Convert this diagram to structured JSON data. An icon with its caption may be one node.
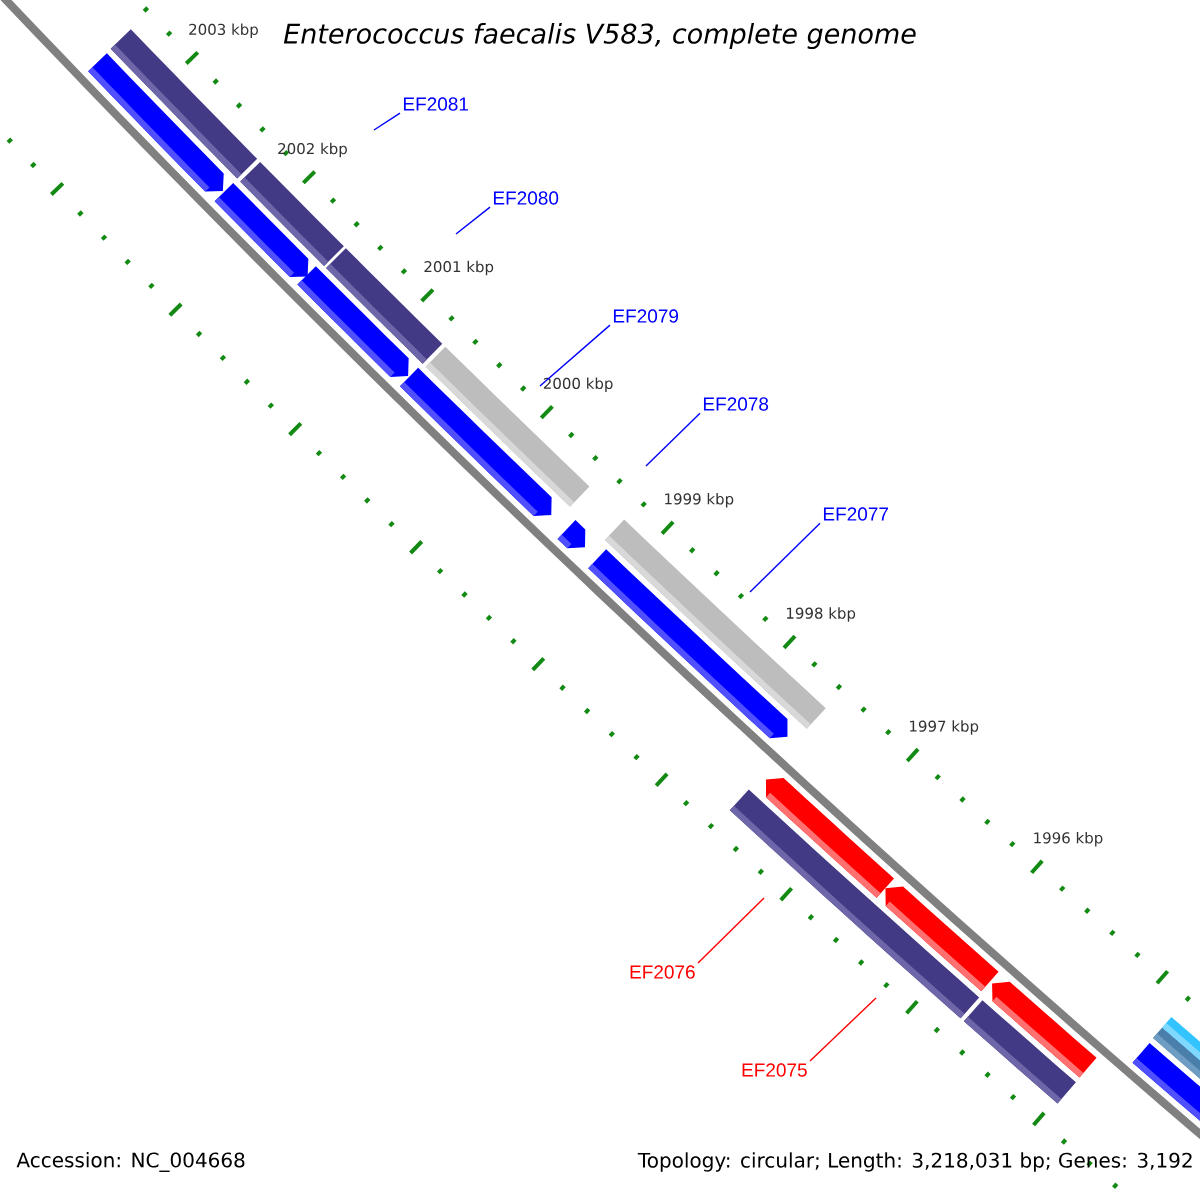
{
  "diagram": {
    "title": "Enterococcus faecalis V583, complete genome",
    "nodes": [
      {
        "text": [
          "EF2081"
        ]
      },
      {
        "text": [
          "EF2080"
        ]
      },
      {
        "text": [
          "EF2079"
        ]
      },
      {
        "text": [
          "EF2078"
        ]
      },
      {
        "text": [
          "EF2077"
        ]
      },
      {
        "text": [
          "EF2076"
        ]
      },
      {
        "text": [
          "EF2075"
        ]
      }
    ],
    "edges": [
      {
        "from": 0,
        "to": null,
        "arrow": "none"
      },
      {
        "from": 1,
        "to": null,
        "arrow": "none"
      },
      {
        "from": 2,
        "to": null,
        "arrow": "none"
      },
      {
        "from": 3,
        "to": null,
        "arrow": "none"
      },
      {
        "from": 4,
        "to": null,
        "arrow": "none"
      },
      {
        "from": 5,
        "to": null,
        "arrow": "none",
        "color": "#ff0000"
      },
      {
        "from": 6,
        "to": null,
        "arrow": "none",
        "color": "#ff0000"
      }
    ],
    "labels": [
      "2003 kbp",
      "2002 kbp",
      "2001 kbp",
      "2000 kbp",
      "1999 kbp",
      "1998 kbp",
      "1997 kbp",
      "1996 kbp",
      "Accession: NC_004668",
      "Topology: circular; Length: 3,218,031 bp; Genes: 3,192"
    ]
  }
}
